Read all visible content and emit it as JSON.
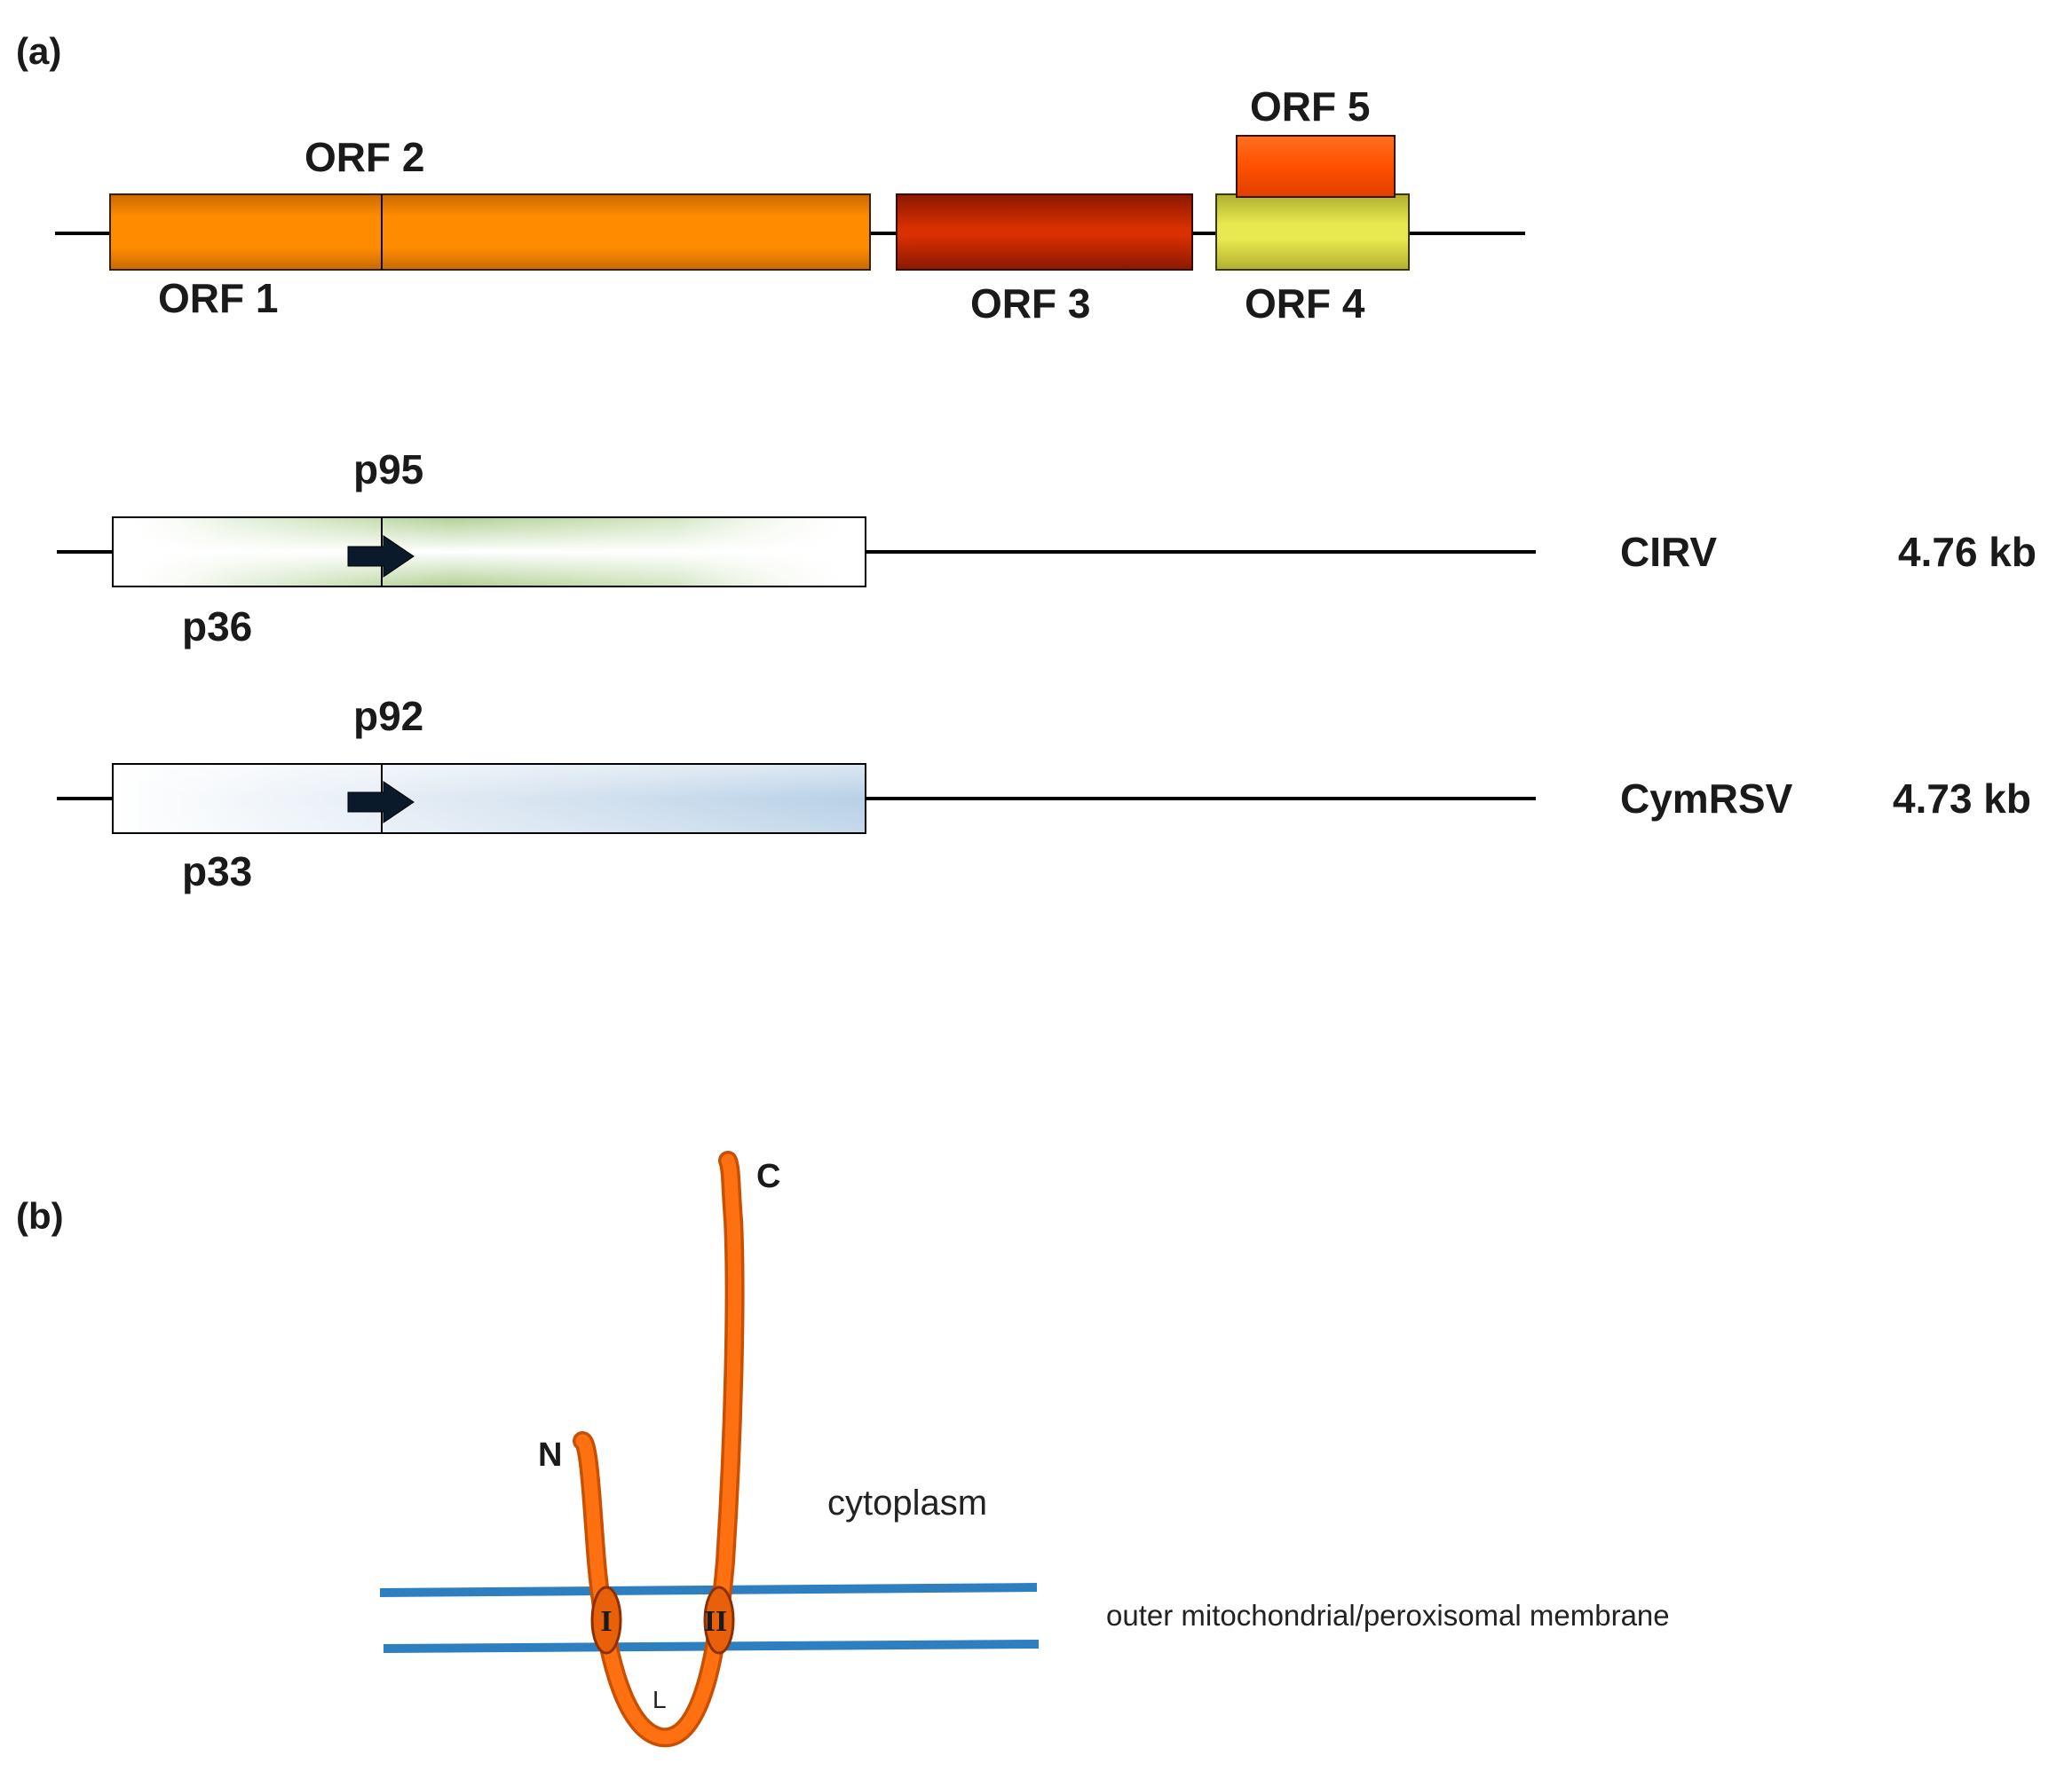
{
  "panel_a": {
    "label": "(a)",
    "orfs": {
      "orf1": "ORF 1",
      "orf2": "ORF 2",
      "orf3": "ORF 3",
      "orf4": "ORF 4",
      "orf5": "ORF 5"
    },
    "colors": {
      "orf1_2": "#ff8c00",
      "orf3": "#c82800",
      "orf4": "#e0e050",
      "orf5": "#ff5a10",
      "cirv_fill": "#a8cc88",
      "cymrsv_fill": "#a8c8e4",
      "arrow": "#0a1a2a"
    },
    "cirv": {
      "top_protein": "p95",
      "bottom_protein": "p36",
      "virus": "CIRV",
      "size": "4.76 kb"
    },
    "cymrsv": {
      "top_protein": "p92",
      "bottom_protein": "p33",
      "virus": "CymRSV",
      "size": "4.73 kb"
    }
  },
  "panel_b": {
    "label": "(b)",
    "c_terminus": "C",
    "n_terminus": "N",
    "loop_label": "L",
    "tm1": "I",
    "tm2": "II",
    "cytoplasm": "cytoplasm",
    "membrane": "outer mitochondrial/peroxisomal membrane",
    "colors": {
      "protein": "#ff7010",
      "membrane": "#2e7fc0"
    }
  }
}
